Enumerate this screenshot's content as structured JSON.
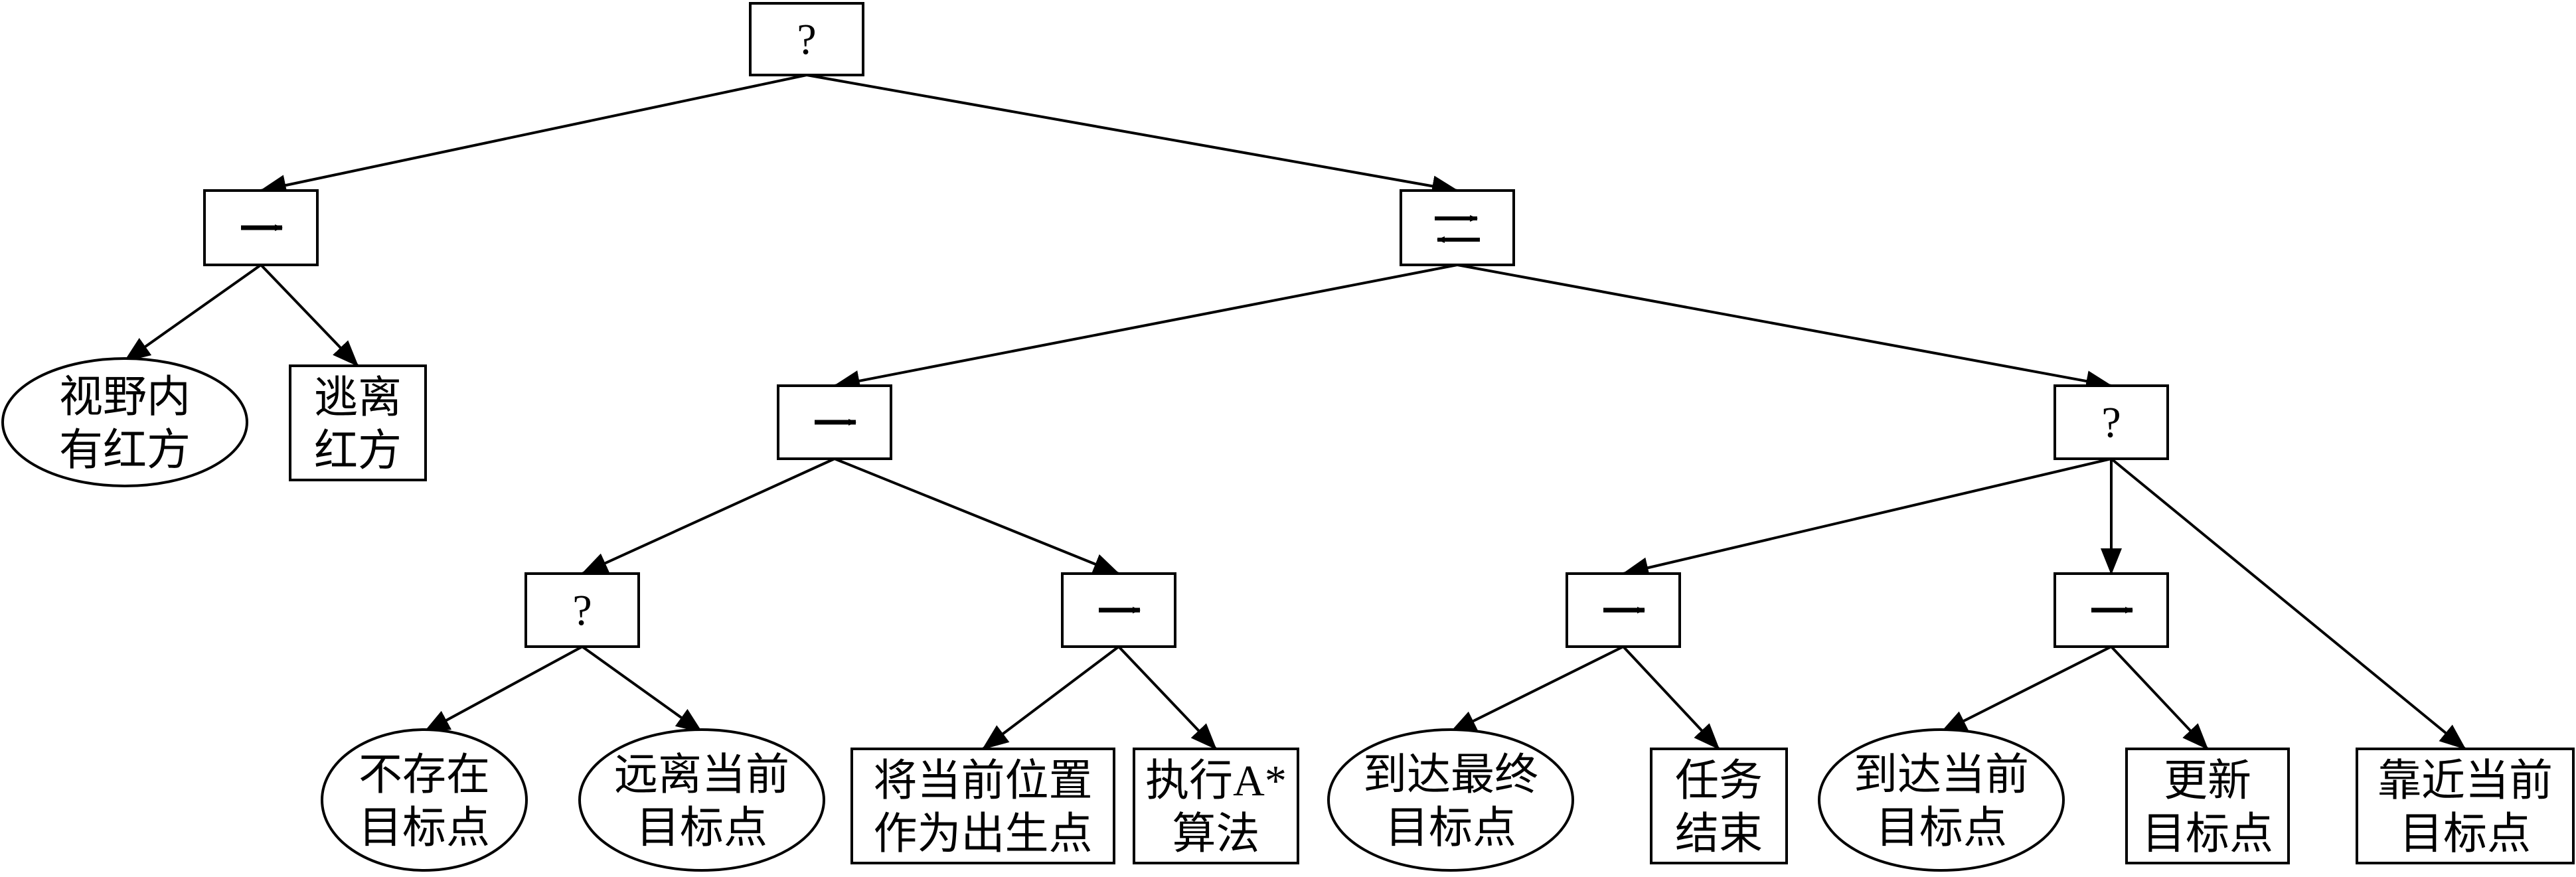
{
  "diagram": {
    "nodes": [
      {
        "id": "root",
        "shape": "rect",
        "symbol": "?",
        "lines": []
      },
      {
        "id": "seq_left",
        "shape": "rect",
        "symbol": "seq",
        "lines": []
      },
      {
        "id": "parallel",
        "shape": "rect",
        "symbol": "parallel",
        "lines": []
      },
      {
        "id": "cond_red_in_view",
        "shape": "ellipse",
        "symbol": "",
        "lines": [
          "视野内",
          "有红方"
        ]
      },
      {
        "id": "act_escape_red",
        "shape": "rect",
        "symbol": "",
        "lines": [
          "逃离",
          "红方"
        ]
      },
      {
        "id": "seq_mid",
        "shape": "rect",
        "symbol": "seq",
        "lines": []
      },
      {
        "id": "sel_right",
        "shape": "rect",
        "symbol": "?",
        "lines": []
      },
      {
        "id": "sel_mid",
        "shape": "rect",
        "symbol": "?",
        "lines": []
      },
      {
        "id": "seq_mid2",
        "shape": "rect",
        "symbol": "seq",
        "lines": []
      },
      {
        "id": "seq_r1",
        "shape": "rect",
        "symbol": "seq",
        "lines": []
      },
      {
        "id": "seq_r2",
        "shape": "rect",
        "symbol": "seq",
        "lines": []
      },
      {
        "id": "cond_no_target",
        "shape": "ellipse",
        "symbol": "",
        "lines": [
          "不存在",
          "目标点"
        ]
      },
      {
        "id": "cond_far_target",
        "shape": "ellipse",
        "symbol": "",
        "lines": [
          "远离当前",
          "目标点"
        ]
      },
      {
        "id": "act_set_spawn",
        "shape": "rect",
        "symbol": "",
        "lines": [
          "将当前位置",
          "作为出生点"
        ]
      },
      {
        "id": "act_astar",
        "shape": "rect",
        "symbol": "",
        "lines": [
          "执行A*",
          "算法"
        ]
      },
      {
        "id": "cond_reach_final",
        "shape": "ellipse",
        "symbol": "",
        "lines": [
          "到达最终",
          "目标点"
        ]
      },
      {
        "id": "act_task_end",
        "shape": "rect",
        "symbol": "",
        "lines": [
          "任务",
          "结束"
        ]
      },
      {
        "id": "cond_reach_current",
        "shape": "ellipse",
        "symbol": "",
        "lines": [
          "到达当前",
          "目标点"
        ]
      },
      {
        "id": "act_update_target",
        "shape": "rect",
        "symbol": "",
        "lines": [
          "更新",
          "目标点"
        ]
      },
      {
        "id": "act_approach_target",
        "shape": "rect",
        "symbol": "",
        "lines": [
          "靠近当前",
          "目标点"
        ]
      }
    ],
    "edges": [
      [
        "root",
        "seq_left"
      ],
      [
        "root",
        "parallel"
      ],
      [
        "seq_left",
        "cond_red_in_view"
      ],
      [
        "seq_left",
        "act_escape_red"
      ],
      [
        "parallel",
        "seq_mid"
      ],
      [
        "parallel",
        "sel_right"
      ],
      [
        "seq_mid",
        "sel_mid"
      ],
      [
        "seq_mid",
        "seq_mid2"
      ],
      [
        "sel_mid",
        "cond_no_target"
      ],
      [
        "sel_mid",
        "cond_far_target"
      ],
      [
        "seq_mid2",
        "act_set_spawn"
      ],
      [
        "seq_mid2",
        "act_astar"
      ],
      [
        "sel_right",
        "seq_r1"
      ],
      [
        "sel_right",
        "seq_r2"
      ],
      [
        "sel_right",
        "act_approach_target"
      ],
      [
        "seq_r1",
        "cond_reach_final"
      ],
      [
        "seq_r1",
        "act_task_end"
      ],
      [
        "seq_r2",
        "cond_reach_current"
      ],
      [
        "seq_r2",
        "act_update_target"
      ]
    ]
  }
}
